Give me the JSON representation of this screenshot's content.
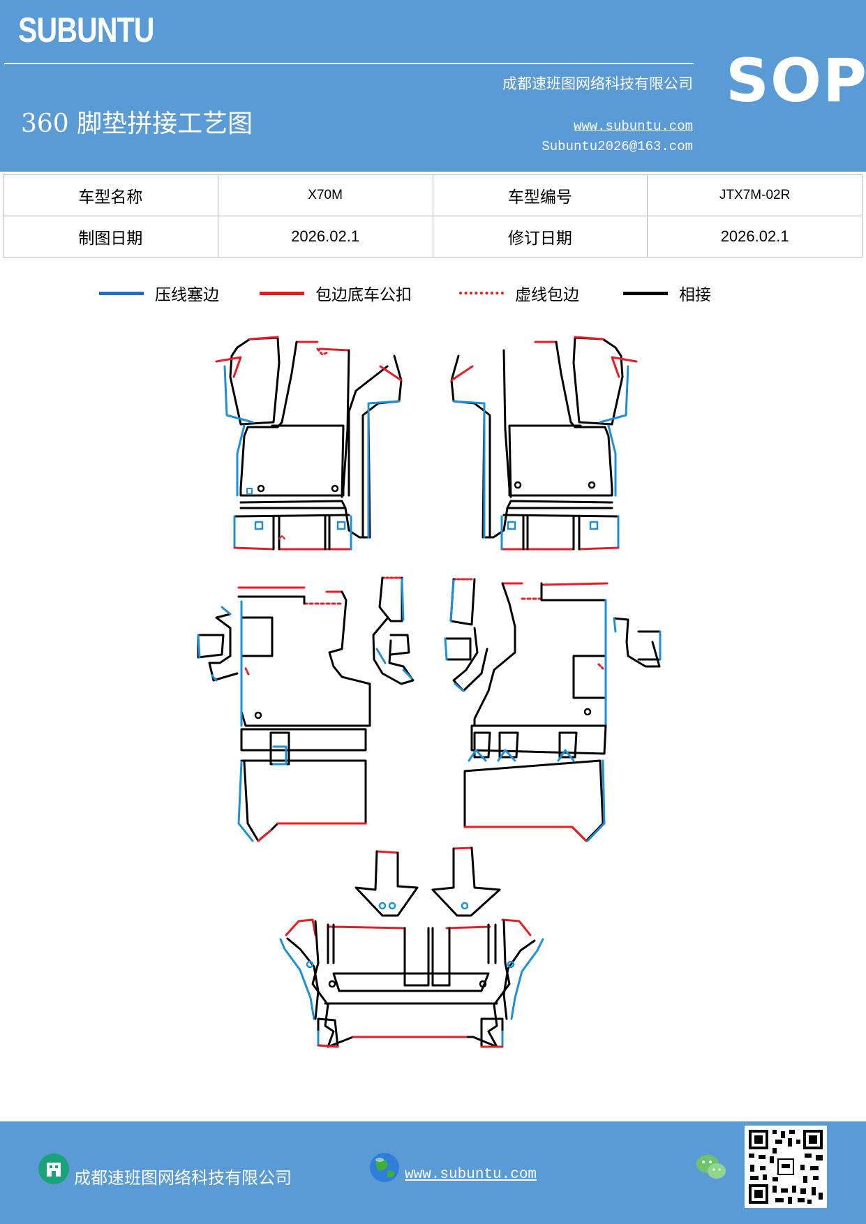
{
  "header": {
    "brand": "SUBUNTU",
    "sop": "SOP",
    "company": "成都速班图网络科技有限公司",
    "title": "360 脚垫拼接工艺图",
    "website": "www.subuntu.com",
    "email": "Subuntu2026@163.com"
  },
  "info_table": {
    "rows": [
      {
        "label1": "车型名称",
        "value1": "X70M",
        "label2": "车型编号",
        "value2": "JTX7M-02R"
      },
      {
        "label1": "制图日期",
        "value1": "2026.02.1",
        "label2": "修订日期",
        "value2": "2026.02.1"
      }
    ]
  },
  "legend": [
    {
      "label": "压线塞边",
      "color": "#1f6fbf",
      "style": "solid"
    },
    {
      "label": "包边底车公扣",
      "color": "#e8191e",
      "style": "solid"
    },
    {
      "label": "虚线包边",
      "color": "#e8191e",
      "style": "dotted"
    },
    {
      "label": "相接",
      "color": "#000000",
      "style": "solid"
    }
  ],
  "drawing": {
    "colors": {
      "blue": "#1f8fd6",
      "red": "#e31e24",
      "black": "#000000"
    }
  },
  "footer": {
    "company": "成都速班图网络科技有限公司",
    "website": "www.subuntu.com ",
    "icons": [
      "building-icon",
      "globe-icon",
      "wechat-icon",
      "qr-code"
    ]
  }
}
